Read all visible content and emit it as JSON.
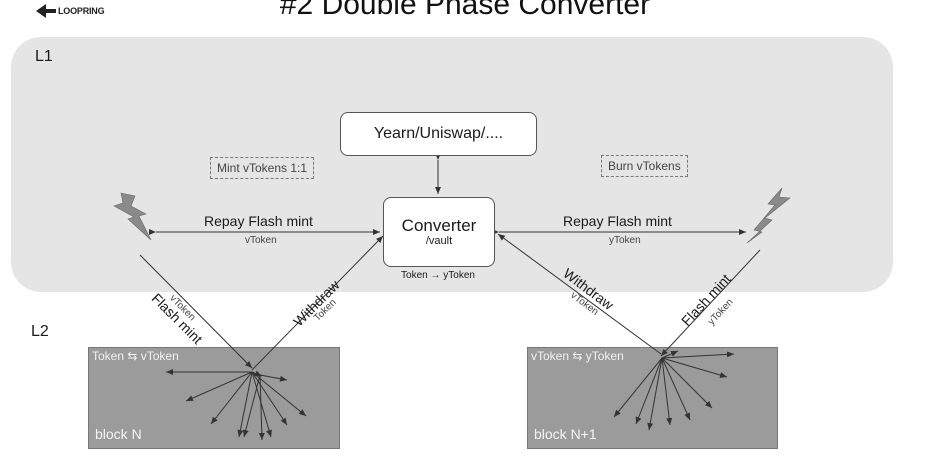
{
  "header": {
    "logo_text": "LOOPRING",
    "title": "#2 Double Phase Converter"
  },
  "layers": {
    "l1_label": "L1",
    "l2_label": "L2"
  },
  "nodes": {
    "yearn": "Yearn/Uniswap/....",
    "converter_title": "Converter",
    "converter_sub": "/vault",
    "converter_caption": "Token → yToken"
  },
  "notes": {
    "mint": "Mint vTokens 1:1",
    "burn": "Burn vTokens"
  },
  "edges": {
    "repay_left": "Repay Flash mint",
    "repay_left_token": "vToken",
    "repay_right": "Repay Flash mint",
    "repay_right_token": "yToken",
    "flash_left": "Flash mint",
    "flash_left_token": "vToken",
    "withdraw_left": "Withdraw",
    "withdraw_left_token": "Token",
    "withdraw_right": "Withdraw",
    "withdraw_right_token": "vToken",
    "flash_right": "Flash mint",
    "flash_right_token": "yToken"
  },
  "blocks": {
    "left_top": "Token ⇆ vToken",
    "left_name": "block N",
    "right_top": "vToken ⇆ yToken",
    "right_name": "block N+1"
  },
  "colors": {
    "l1_background": "#e5e5e5",
    "block_fill": "#9b9b9b",
    "lightning": "#8a8a8a"
  }
}
